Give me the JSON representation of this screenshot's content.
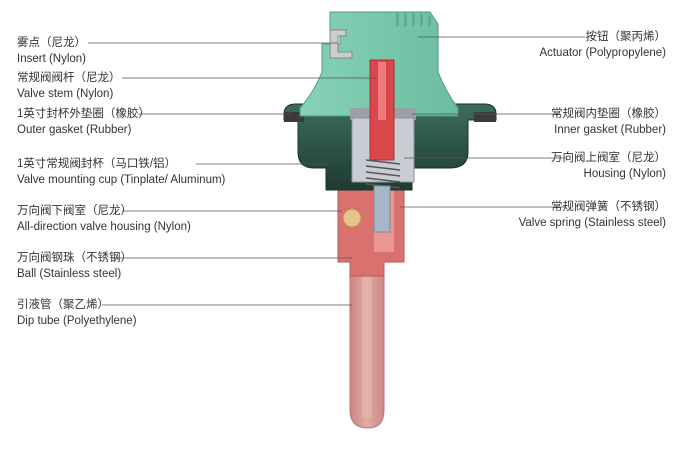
{
  "labels": {
    "left": [
      {
        "zh": "雾点（尼龙）",
        "en": "Insert (Nylon)"
      },
      {
        "zh": "常规阀阀杆（尼龙）",
        "en": "Valve stem (Nylon)"
      },
      {
        "zh": "1英寸封杯外垫圈（橡胶）",
        "en": "Outer gasket (Rubber)"
      },
      {
        "zh": "1英寸常规阀封杯（马口铁/铝）",
        "en": "Valve mounting cup (Tinplate/ Aluminum)"
      },
      {
        "zh": "万向阀下阀室（尼龙）",
        "en": "All-direction valve housing (Nylon)"
      },
      {
        "zh": "万向阀钢珠（不锈钢）",
        "en": "Ball (Stainless steel)"
      },
      {
        "zh": "引液管（聚乙烯）",
        "en": "Dip tube (Polyethylene)"
      }
    ],
    "right": [
      {
        "zh": "按钮（聚丙烯）",
        "en": "Actuator (Polypropylene)"
      },
      {
        "zh": "常规阀内垫圈（橡胶）",
        "en": "Inner gasket (Rubber)"
      },
      {
        "zh": "万向阀上阀室（尼龙）",
        "en": "Housing (Nylon)"
      },
      {
        "zh": "常规阀弹簧（不锈钢）",
        "en": "Valve spring (Stainless steel)"
      }
    ]
  },
  "colors": {
    "actuator": "#7cc9ad",
    "actuator_dark": "#5aa88c",
    "cup": "#2f5a4a",
    "cup_dark": "#1f3f33",
    "stem": "#d9474b",
    "housing": "#d86a6a",
    "tube": "#d99a96",
    "metal": "#c8ccd2",
    "ball": "#e6c489",
    "line": "#555555"
  }
}
